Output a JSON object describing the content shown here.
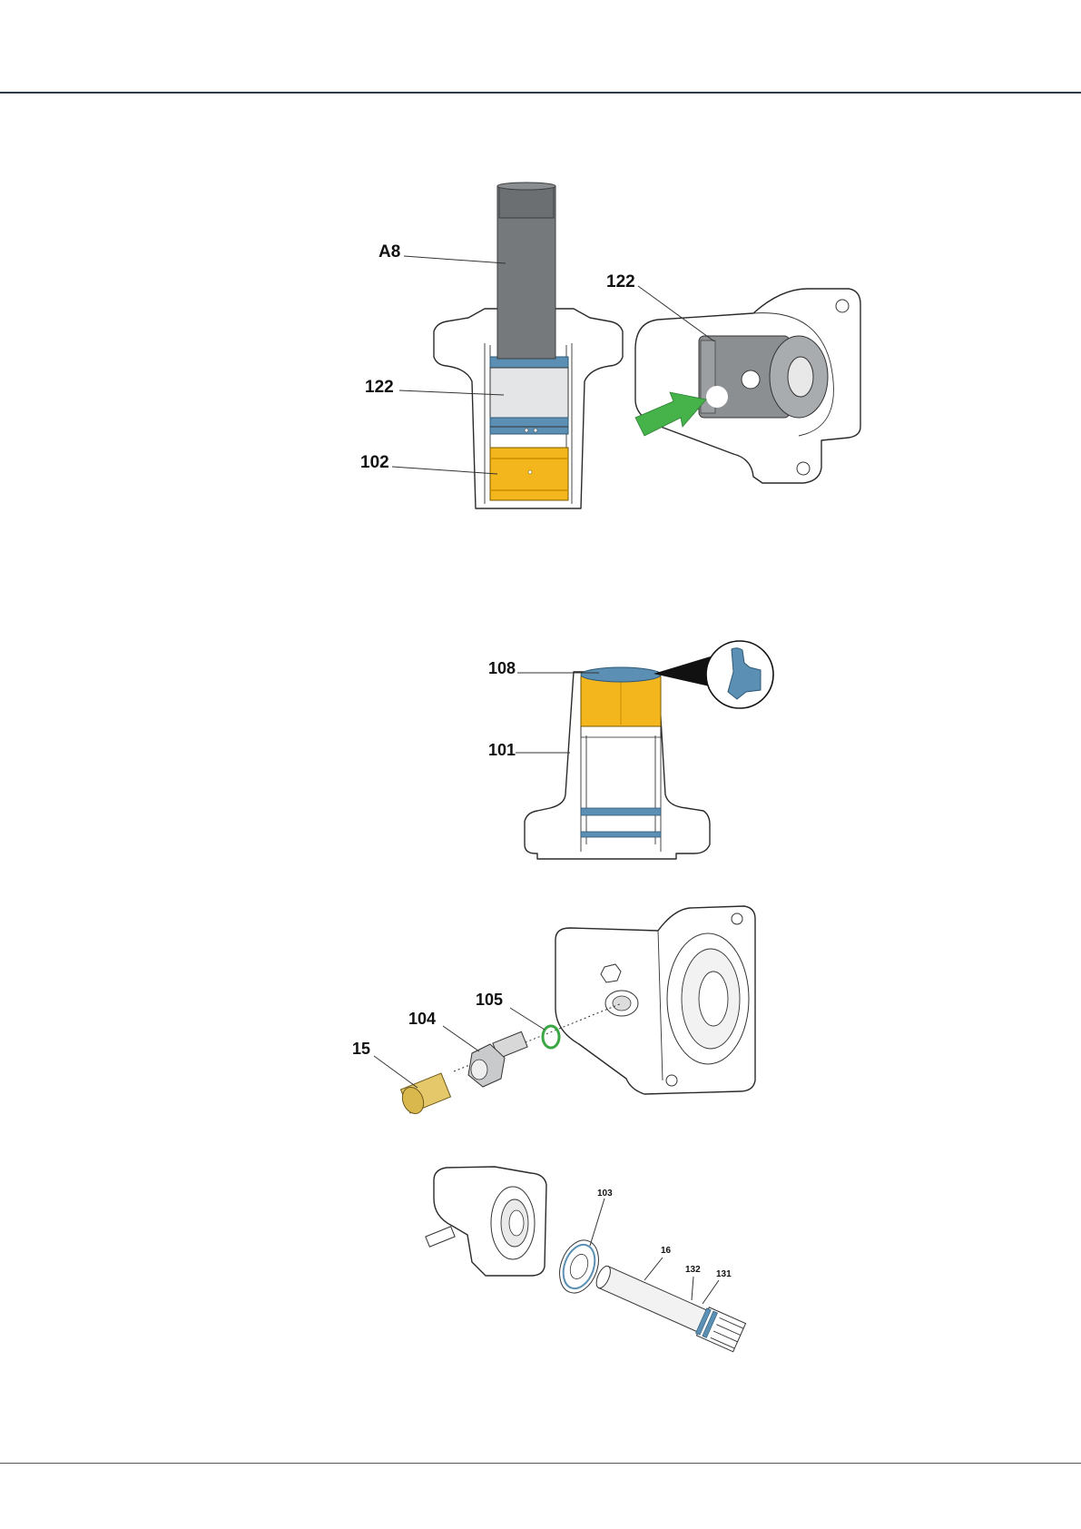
{
  "figure1": {
    "labels": {
      "a8": "A8",
      "seal": "122",
      "bushing": "102",
      "seal_detail": "122"
    }
  },
  "figure2": {
    "labels": {
      "wiper": "108",
      "housing": "101"
    }
  },
  "figure3": {
    "labels": {
      "ring": "105",
      "fitting": "104",
      "plug": "15"
    }
  },
  "figure4": {
    "labels": {
      "seal": "103",
      "shaft": "16",
      "ring_a": "132",
      "ring_b": "131"
    }
  },
  "colors": {
    "blue_part": "#5b8fb3",
    "yellow_part": "#f3b61c",
    "grey_tool": "#76797c",
    "green_arrow": "#45b24a",
    "green_ring": "#3aa744",
    "brass": "#e5c86a",
    "rule": "#2b3a4a"
  }
}
